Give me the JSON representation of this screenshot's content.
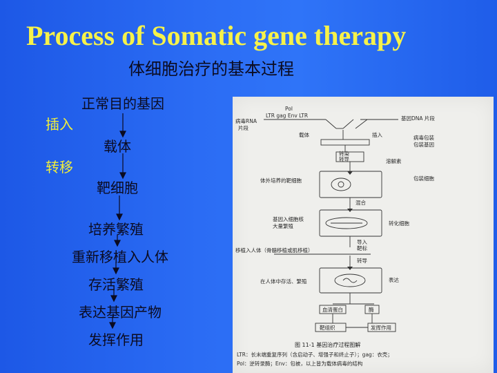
{
  "slide": {
    "title": "Process of Somatic gene therapy",
    "subtitle": "体细胞治疗的基本过程",
    "steps": [
      "正常目的基因",
      "载体",
      "靶细胞",
      "培养繁殖",
      "重新移植入人体",
      "存活繁殖",
      "表达基因产物",
      "发挥作用"
    ],
    "side_labels": [
      "插入",
      "转移"
    ]
  },
  "figure": {
    "labels": {
      "pol": "Pol",
      "ltr": "LTR gag Env LTR",
      "virus_rna": "病毒RNA",
      "piece": "片段",
      "gene_dna": "基因DNA 片段",
      "vector": "载体",
      "insert": "插入",
      "transfect": "转染",
      "transduce": "转导",
      "virus_pack": "病毒包装",
      "pack_gene": "包装基因",
      "secrete": "溶解素",
      "helper": "包装细胞",
      "target_cell": "体外培养的靶细胞",
      "mix": "混合",
      "gene_into_cell": "基因入细胞核",
      "mass_culture": "大量繁殖",
      "conv_cell": "转化细胞",
      "transplant": "移植入人体（骨髓移植或肌移植）",
      "import": "导入",
      "target": "靶标",
      "trans": "转导",
      "survive": "在人体中存活、繁殖",
      "express": "表达",
      "blood_protein": "血清蛋白",
      "enzyme": "酶",
      "target_tissue": "靶组织",
      "function": "发挥作用"
    },
    "caption_title": "图 11-1   基因治疗过程图解",
    "caption_lines": [
      "LTR：长末端重复序列（含启动子、增强子和终止子）；gag：衣壳；",
      "Pol：逆转录酶；Env：包被，以上皆为载体病毒的结构"
    ]
  }
}
